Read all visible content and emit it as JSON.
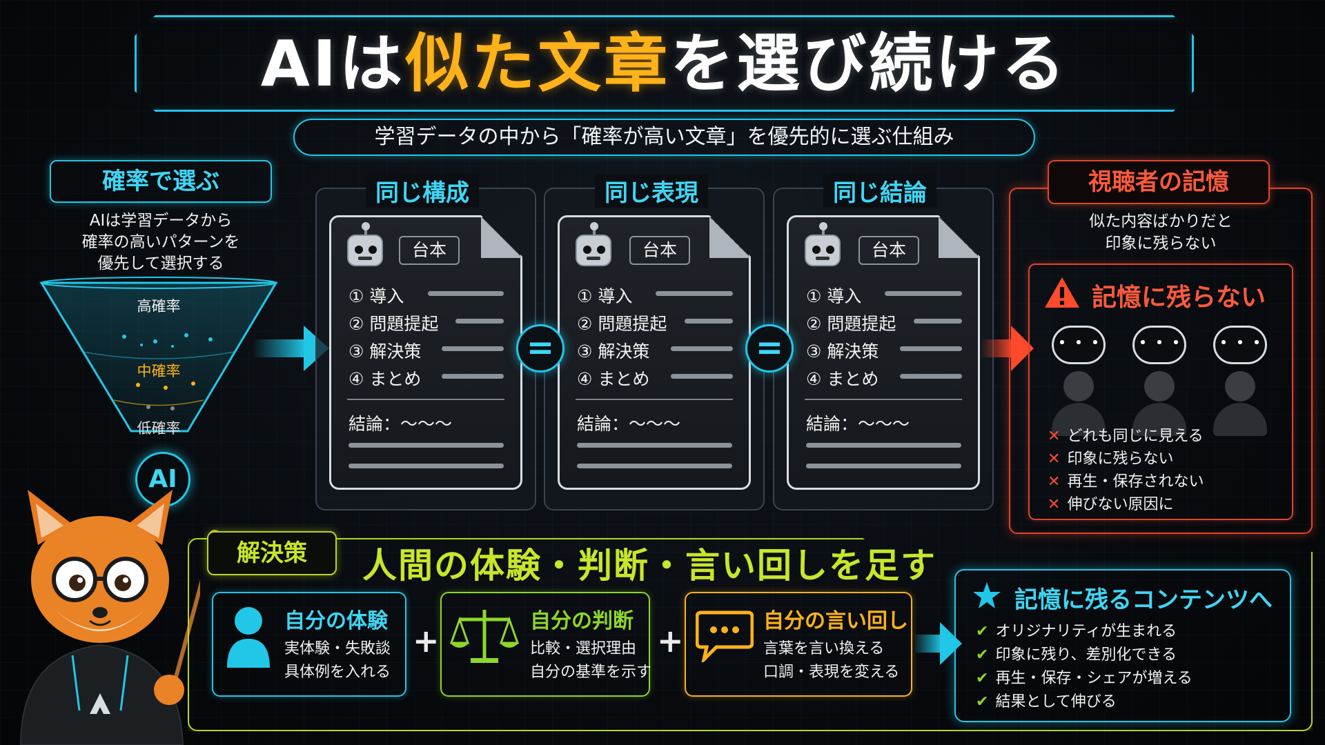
{
  "title": {
    "prefix": "AI",
    "particle": "は",
    "highlight": "似た文章",
    "suffix": "を選び続ける"
  },
  "subtitle": "学習データの中から「確率が高い文章」を優先的に選ぶ仕組み",
  "left": {
    "pill": "確率で選ぶ",
    "desc": [
      "AIは学習データから",
      "確率の高いパターンを",
      "優先して選択する"
    ],
    "funnel": {
      "high": "高確率",
      "mid": "中確率",
      "low": "低確率",
      "ai": "AI"
    }
  },
  "documents": [
    {
      "header": "同じ構成",
      "tag": "台本",
      "steps": [
        "① 導入",
        "② 問題提起",
        "③ 解決策",
        "④ まとめ"
      ],
      "conclusion": "結論：〜〜〜"
    },
    {
      "header": "同じ表現",
      "tag": "台本",
      "steps": [
        "① 導入",
        "② 問題提起",
        "③ 解決策",
        "④ まとめ"
      ],
      "conclusion": "結論：〜〜〜"
    },
    {
      "header": "同じ結論",
      "tag": "台本",
      "steps": [
        "① 導入",
        "② 問題提起",
        "③ 解決策",
        "④ まとめ"
      ],
      "conclusion": "結論：〜〜〜"
    }
  ],
  "equals": "=",
  "viewer": {
    "pill": "視聴者の記憶",
    "desc": [
      "似た内容ばかりだと",
      "印象に残らない"
    ],
    "warning_title": "記憶に残らない",
    "bubble": "・・・",
    "items": [
      "どれも同じに見える",
      "印象に残らない",
      "再生・保存されない",
      "伸びない原因に"
    ]
  },
  "solution": {
    "pill": "解決策",
    "title": "人間の体験・判断・言い回しを足す",
    "plus": "+",
    "cards": [
      {
        "title": "自分の体験",
        "lines": [
          "実体験・失敗談",
          "具体例を入れる"
        ],
        "icon": "person-icon",
        "color": "#22c7e8"
      },
      {
        "title": "自分の判断",
        "lines": [
          "比較・選択理由",
          "自分の基準を示す"
        ],
        "icon": "scale-icon",
        "color": "#8fd62a"
      },
      {
        "title": "自分の言い回し",
        "lines": [
          "言葉を言い換える",
          "口調・表現を変える"
        ],
        "icon": "speech-bubble-icon",
        "color": "#ffb21a"
      }
    ]
  },
  "result": {
    "title": "記憶に残るコンテンツへ",
    "items": [
      "オリジナリティが生まれる",
      "印象に残り、差別化できる",
      "再生・保存・シェアが増える",
      "結果として伸びる"
    ]
  },
  "colors": {
    "cyan": "#22c7e8",
    "orange": "#ffb21a",
    "red": "#e2442c",
    "lime": "#b8d61f"
  }
}
